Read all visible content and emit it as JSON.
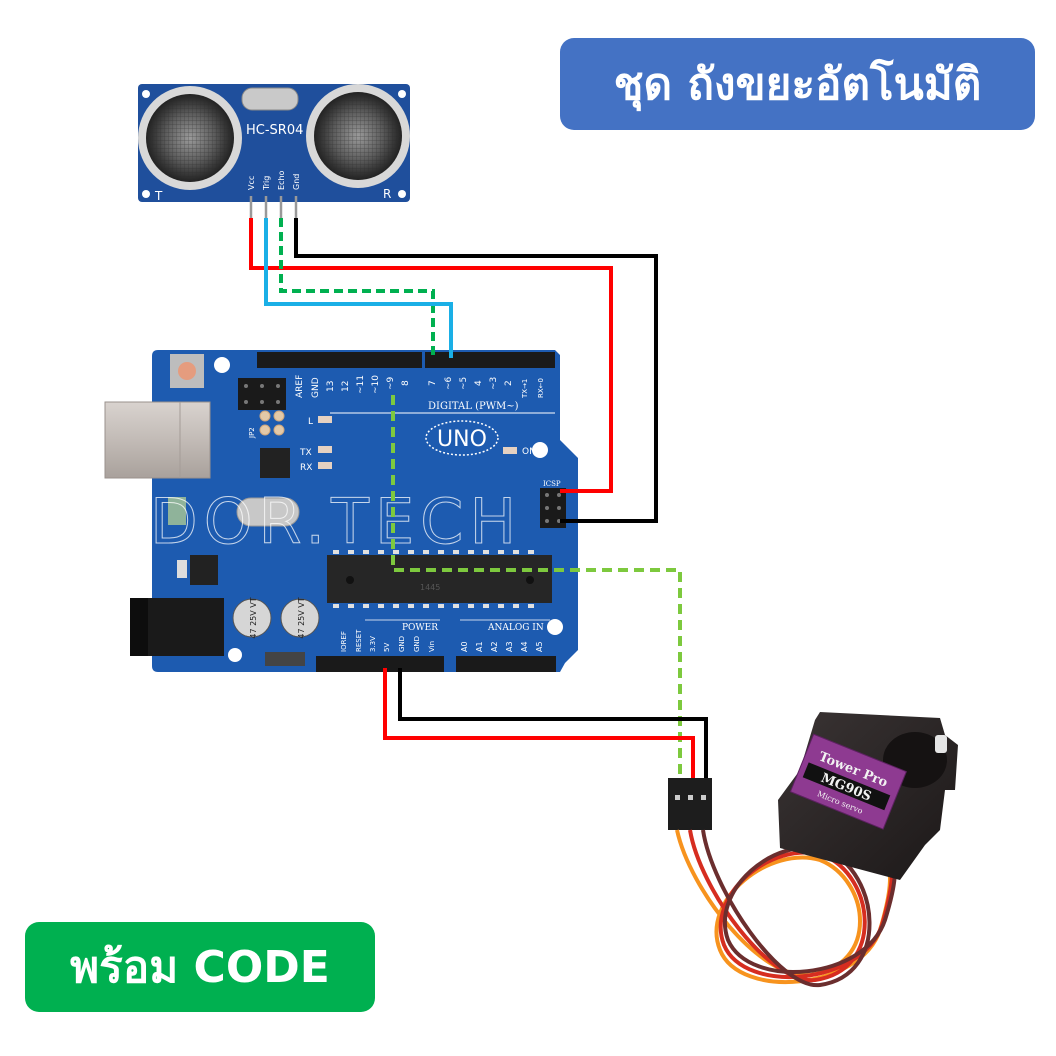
{
  "title_badge": {
    "text": "ชุด ถังขยะอัตโนมัติ",
    "color": "#4472C4"
  },
  "code_badge": {
    "text": "พร้อม CODE",
    "color": "#00B050"
  },
  "ultrasonic_sensor": {
    "model": "HC-SR04",
    "pins": [
      "Vcc",
      "Trig",
      "Echo",
      "Gnd"
    ],
    "left_label": "T",
    "right_label": "R"
  },
  "arduino": {
    "board_label": "UNO",
    "digital_header_label": "DIGITAL (PWM~)",
    "digital_pins": [
      "AREF",
      "GND",
      "13",
      "12",
      "~11",
      "~10",
      "~9",
      "8",
      "7",
      "~6",
      "~5",
      "4",
      "~3",
      "2",
      "TX→1",
      "RX←0"
    ],
    "power_header_label": "POWER",
    "power_pins": [
      "IOREF",
      "RESET",
      "3.3V",
      "5V",
      "GND",
      "GND",
      "Vin"
    ],
    "analog_header_label": "ANALOG IN",
    "analog_pins": [
      "A0",
      "A1",
      "A2",
      "A3",
      "A4",
      "A5"
    ],
    "icsp_label": "ICSP",
    "jp2_label": "JP2",
    "tx_label": "TX",
    "rx_label": "RX",
    "on_label": "ON",
    "l_label": "L",
    "capacitor_label_1": "47 25V VT",
    "capacitor_label_2": "47 25V VT",
    "chip_text": "1445"
  },
  "servo": {
    "brand": "Tower Pro",
    "model": "MG90S",
    "type": "Micro servo"
  },
  "watermark": "DOR.TECH",
  "wires": [
    {
      "name": "sensor-vcc",
      "from": "HC-SR04 Vcc",
      "to": "ICSP 5V",
      "color": "#FF0000",
      "style": "solid"
    },
    {
      "name": "sensor-trig",
      "from": "HC-SR04 Trig",
      "to": "Digital ~6",
      "color": "#1AAFE6",
      "style": "solid"
    },
    {
      "name": "sensor-echo",
      "from": "HC-SR04 Echo",
      "to": "Digital 7",
      "color": "#00B050",
      "style": "dashed"
    },
    {
      "name": "sensor-gnd",
      "from": "HC-SR04 Gnd",
      "to": "ICSP GND",
      "color": "#000000",
      "style": "solid"
    },
    {
      "name": "servo-signal",
      "from": "Digital ~9",
      "to": "Servo signal",
      "color": "#7DC93E",
      "style": "dashed"
    },
    {
      "name": "servo-vcc",
      "from": "POWER 5V",
      "to": "Servo VCC",
      "color": "#FF0000",
      "style": "solid"
    },
    {
      "name": "servo-gnd",
      "from": "POWER GND",
      "to": "Servo GND",
      "color": "#000000",
      "style": "solid"
    }
  ]
}
